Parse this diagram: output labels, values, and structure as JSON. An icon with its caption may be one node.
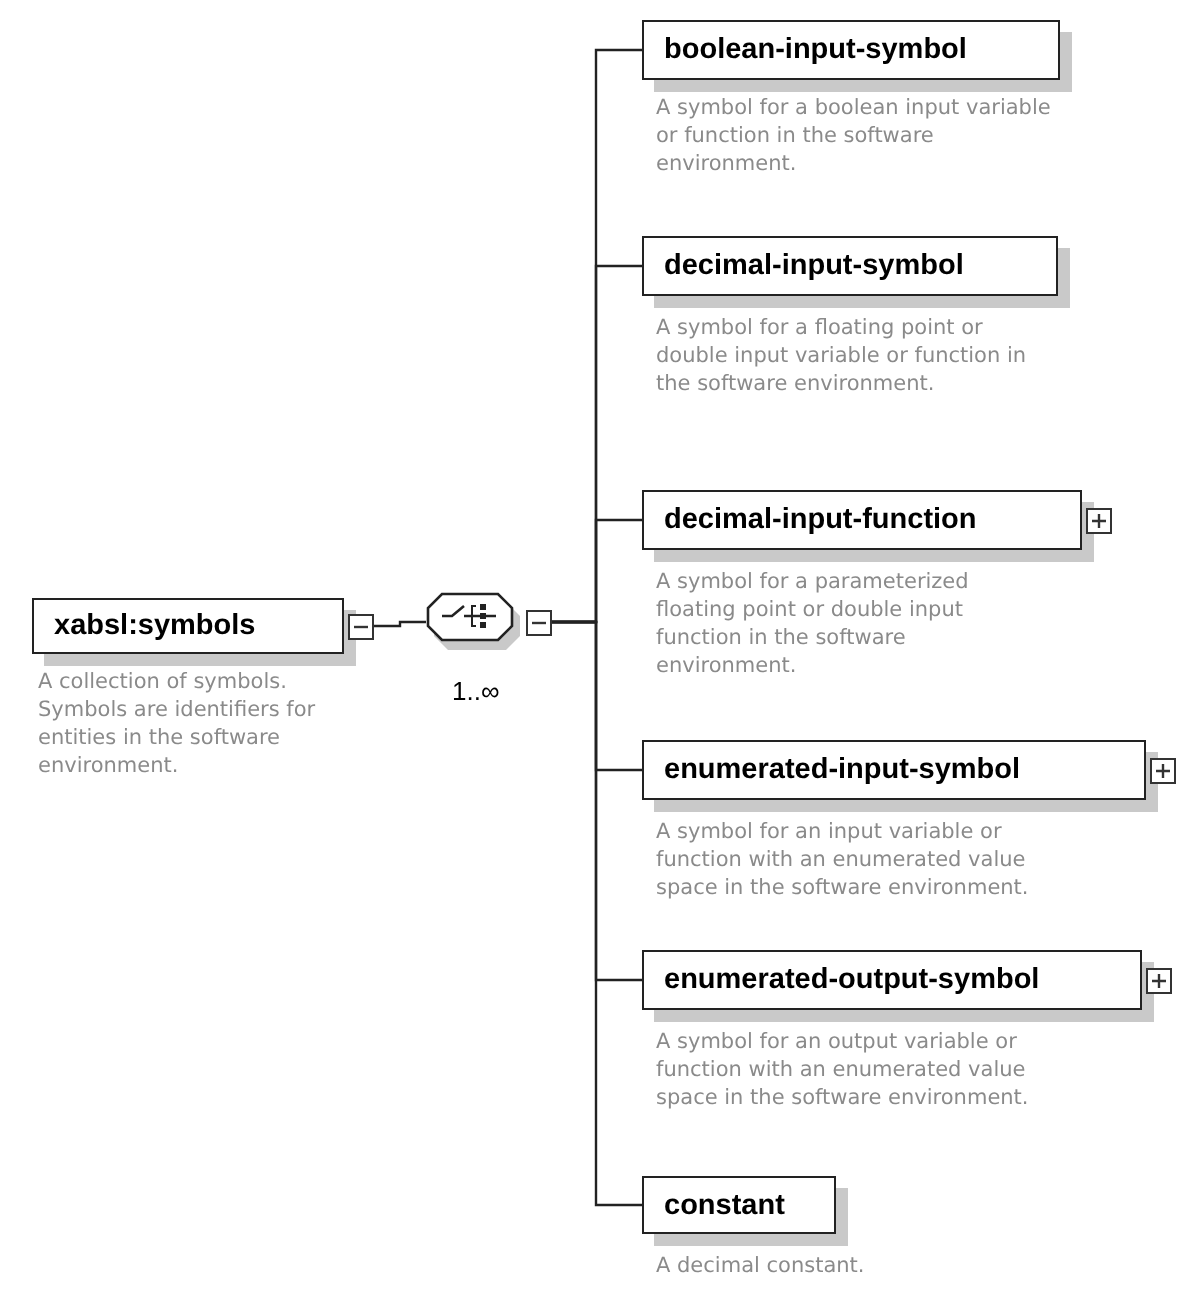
{
  "diagram": {
    "nodes": [
      {
        "text": [
          "xabsl:symbols"
        ],
        "beside": [
          "A collection of symbols. Symbols are identifiers for entities in the software environment."
        ]
      },
      {
        "text": [],
        "shape": "octagon",
        "beside": [
          "1..∞"
        ]
      },
      {
        "text": [
          "boolean-input-symbol"
        ],
        "beside": [
          "A symbol for a boolean input variable or function in the software environment."
        ]
      },
      {
        "text": [
          "decimal-input-symbol"
        ],
        "beside": [
          "A symbol for a floating point or double input variable or function in the software environment."
        ]
      },
      {
        "text": [
          "decimal-input-function"
        ],
        "beside": [
          "A symbol for a parameterized floating point or double input function in the software environment."
        ]
      },
      {
        "text": [
          "enumerated-input-symbol"
        ],
        "beside": [
          "A symbol for an input variable or function with an enumerated value space in the software environment."
        ]
      },
      {
        "text": [
          "enumerated-output-symbol"
        ],
        "beside": [
          "A symbol for an output variable or function with an enumerated value space in the software environment."
        ]
      },
      {
        "text": [
          "constant"
        ],
        "beside": [
          "A decimal constant."
        ]
      }
    ],
    "edges": [
      {
        "from": 0,
        "to": 1,
        "arrow": "none"
      },
      {
        "from": 1,
        "to": 2,
        "arrow": "none"
      },
      {
        "from": 1,
        "to": 3,
        "arrow": "none"
      },
      {
        "from": 1,
        "to": 4,
        "arrow": "none"
      },
      {
        "from": 1,
        "to": 5,
        "arrow": "none"
      },
      {
        "from": 1,
        "to": 6,
        "arrow": "none"
      },
      {
        "from": 1,
        "to": 7,
        "arrow": "none"
      }
    ]
  }
}
